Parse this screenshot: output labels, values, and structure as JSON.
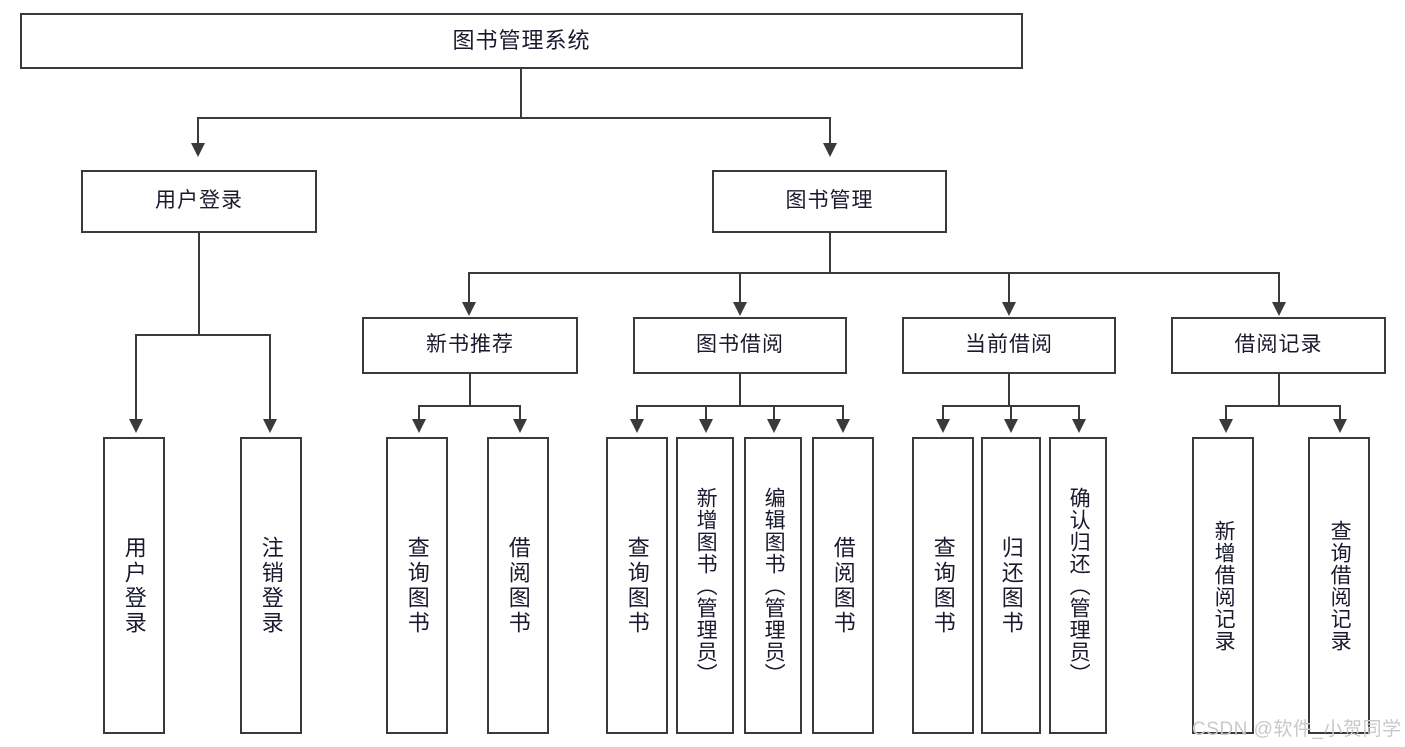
{
  "diagram": {
    "title": "图书管理系统",
    "watermark": "CSDN @软件_小贺同学",
    "colors": {
      "border": "#3a3a3a",
      "background": "#ffffff",
      "text": "#1a1a2e",
      "watermark": "#c9c9c9"
    },
    "levels": {
      "root": "图书管理系统",
      "level1": [
        "用户登录",
        "图书管理"
      ],
      "level2": [
        "新书推荐",
        "图书借阅",
        "当前借阅",
        "借阅记录"
      ]
    },
    "nodes": {
      "root": {
        "label": "图书管理系统"
      },
      "user_login": {
        "label": "用户登录"
      },
      "book_manage": {
        "label": "图书管理"
      },
      "new_book_rec": {
        "label": "新书推荐"
      },
      "book_borrow": {
        "label": "图书借阅"
      },
      "current_borrow": {
        "label": "当前借阅"
      },
      "borrow_record": {
        "label": "借阅记录"
      },
      "leaf_user_login": {
        "label": "用户登录"
      },
      "leaf_logout": {
        "label": "注销登录"
      },
      "leaf_query_book_1": {
        "label": "查询图书"
      },
      "leaf_borrow_book_1": {
        "label": "借阅图书"
      },
      "leaf_query_book_2": {
        "label": "查询图书"
      },
      "leaf_add_book": {
        "label": "新增图书（管理员）"
      },
      "leaf_edit_book": {
        "label": "编辑图书（管理员）"
      },
      "leaf_borrow_book_2": {
        "label": "借阅图书"
      },
      "leaf_query_book_3": {
        "label": "查询图书"
      },
      "leaf_return_book": {
        "label": "归还图书"
      },
      "leaf_confirm_return": {
        "label": "确认归还（管理员）"
      },
      "leaf_add_record": {
        "label": "新增借阅记录"
      },
      "leaf_query_record": {
        "label": "查询借阅记录"
      }
    },
    "tree": {
      "name": "图书管理系统",
      "children": [
        {
          "name": "用户登录",
          "children": [
            {
              "name": "用户登录"
            },
            {
              "name": "注销登录"
            }
          ]
        },
        {
          "name": "图书管理",
          "children": [
            {
              "name": "新书推荐",
              "children": [
                {
                  "name": "查询图书"
                },
                {
                  "name": "借阅图书"
                }
              ]
            },
            {
              "name": "图书借阅",
              "children": [
                {
                  "name": "查询图书"
                },
                {
                  "name": "新增图书（管理员）"
                },
                {
                  "name": "编辑图书（管理员）"
                },
                {
                  "name": "借阅图书"
                }
              ]
            },
            {
              "name": "当前借阅",
              "children": [
                {
                  "name": "查询图书"
                },
                {
                  "name": "归还图书"
                },
                {
                  "name": "确认归还（管理员）"
                }
              ]
            },
            {
              "name": "借阅记录",
              "children": [
                {
                  "name": "新增借阅记录"
                },
                {
                  "name": "查询借阅记录"
                }
              ]
            }
          ]
        }
      ]
    }
  }
}
